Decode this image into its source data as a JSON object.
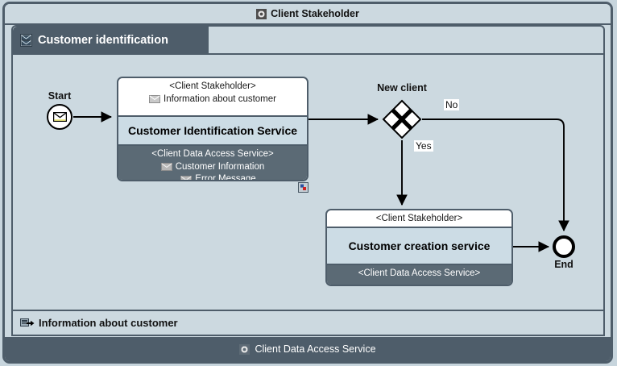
{
  "pool": {
    "title": "Client Stakeholder",
    "title_icon": "gear-square-icon",
    "footer": "Client Data Access Service",
    "footer_icon": "gear-square-icon"
  },
  "lane": {
    "title": "Customer identification",
    "title_icon": "message-pair-icon"
  },
  "sublane": {
    "title": "Information about customer",
    "icon": "message-out-icon"
  },
  "events": {
    "start": {
      "label": "Start",
      "icon": "envelope-icon"
    },
    "end": {
      "label": "End"
    }
  },
  "gateway": {
    "label": "New client",
    "type": "exclusive",
    "branches": [
      {
        "label": "No"
      },
      {
        "label": "Yes"
      }
    ]
  },
  "tasks": [
    {
      "id": "customer-identification-service",
      "header_stakeholder": "<Client Stakeholder>",
      "header_messages": [
        {
          "icon": "envelope-icon",
          "label": "Information about customer"
        }
      ],
      "name": "Customer Identification Service",
      "footer_stakeholder": "<Client Data Access Service>",
      "footer_messages": [
        {
          "icon": "envelope-icon",
          "label": "Customer Information"
        },
        {
          "icon": "envelope-icon",
          "label": "Error Message"
        }
      ],
      "marker": "compensation-marker-icon"
    },
    {
      "id": "customer-creation-service",
      "header_stakeholder": "<Client Stakeholder>",
      "header_messages": [],
      "name": "Customer creation service",
      "footer_stakeholder": "<Client Data Access Service>",
      "footer_messages": []
    }
  ],
  "colors": {
    "canvas": "#c7d5dd",
    "pool_fill": "#ccd9e0",
    "border_dark": "#4e5d6a",
    "lane_header": "#4e5d6a",
    "task_mid": "#ccdce5",
    "task_footer": "#5b6a75",
    "task_header": "#ffffff",
    "text_light": "#ffffff",
    "text_dark": "#111111",
    "flow_line": "#000000"
  }
}
